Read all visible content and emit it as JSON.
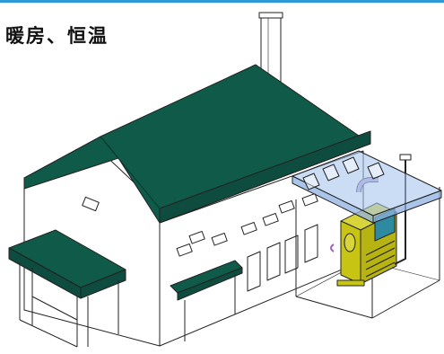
{
  "header": {
    "title": "暖房、恒温"
  },
  "colors": {
    "top_bar": "#2d9bd6",
    "roof": "#0f5a49",
    "wall": "#ffffff",
    "outline": "#222222",
    "canopy": "#a9c6ee",
    "equipment_body": "#c8c414",
    "control_panel": "#2e8aa1",
    "pipe": "#b9a9e3"
  },
  "icons": [
    "factory-building",
    "chimney",
    "heating-unit"
  ]
}
